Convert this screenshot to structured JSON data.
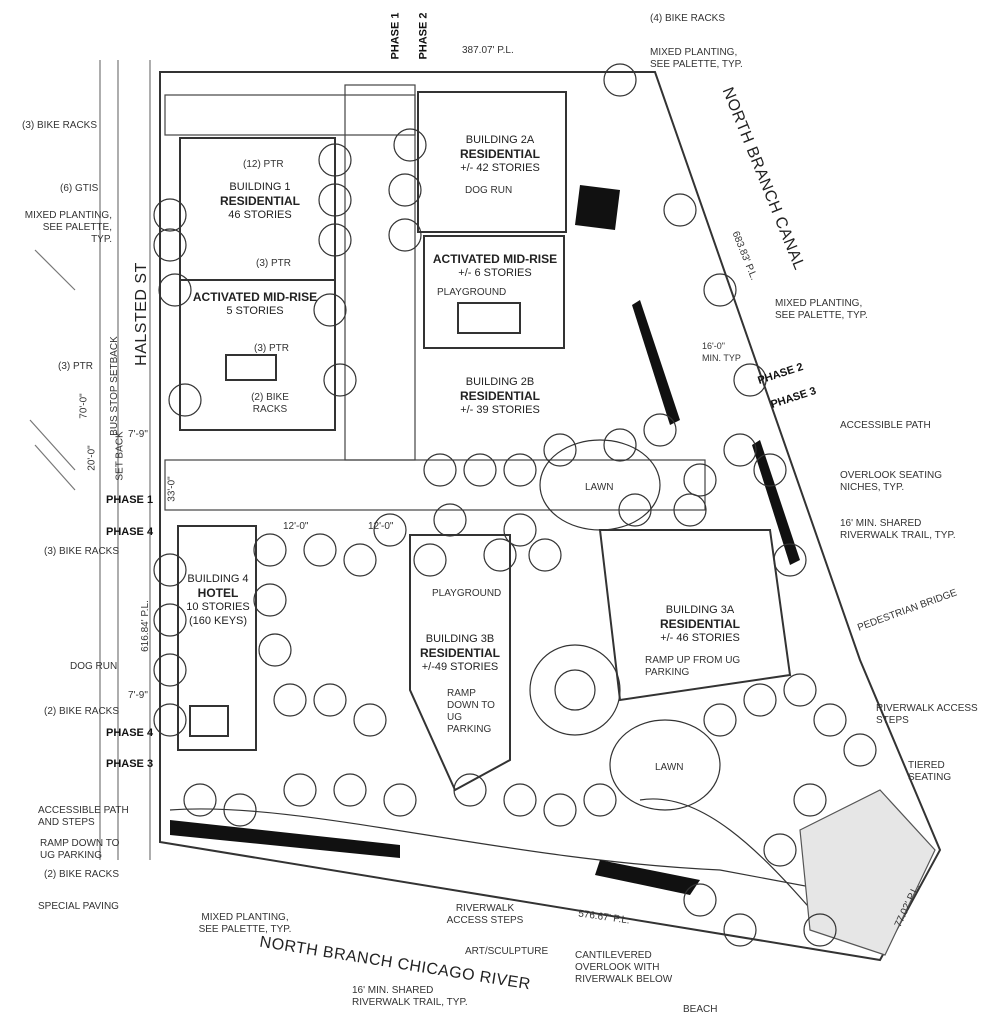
{
  "streets": {
    "halsted": "HALSTED ST",
    "canal": "NORTH BRANCH CANAL",
    "river": "NORTH BRANCH CHICAGO RIVER"
  },
  "phases": {
    "p1_top": "PHASE 1",
    "p2_top": "PHASE 2",
    "p2_right": "PHASE 2",
    "p3_right": "PHASE 3",
    "p1_left": "PHASE 1",
    "p4_left": "PHASE 4",
    "p4_low": "PHASE 4",
    "p3_low": "PHASE 3"
  },
  "dimensions": {
    "top_pl": "387.07' P.L.",
    "canal_pl": "683.83' P.L.",
    "left_pl": "616.84' P.L.",
    "river_pl": "576.67' P.L.",
    "corner_pl": "77.02' P.L.",
    "d70": "70'-0\"",
    "d20": "20'-0\"",
    "d33": "33'-0\"",
    "d79a": "7'-9\"",
    "d79b": "7'-9\"",
    "d12a": "12'-0\"",
    "d12b": "12'-0\"",
    "d16min": "16'-0\" MIN. TYP",
    "bus_stop": "BUS STOP SETBACK",
    "setback": "SET BACK"
  },
  "buildings": [
    {
      "name": "BUILDING 1",
      "type": "RESIDENTIAL",
      "stories": "46 STORIES"
    },
    {
      "name": "ACTIVATED MID-RISE",
      "stories": "5 STORIES"
    },
    {
      "name": "BUILDING 2A",
      "type": "RESIDENTIAL",
      "stories": "+/- 42 STORIES"
    },
    {
      "name": "ACTIVATED MID-RISE",
      "stories": "+/- 6 STORIES"
    },
    {
      "name": "BUILDING 2B",
      "type": "RESIDENTIAL",
      "stories": "+/- 39 STORIES"
    },
    {
      "name": "BUILDING 4",
      "type": "HOTEL",
      "stories": "10 STORIES",
      "keys": "(160 KEYS)"
    },
    {
      "name": "BUILDING 3B",
      "type": "RESIDENTIAL",
      "stories": "+/-49 STORIES"
    },
    {
      "name": "BUILDING 3A",
      "type": "RESIDENTIAL",
      "stories": "+/- 46 STORIES"
    }
  ],
  "labels": {
    "bike_racks_4": "(4) BIKE RACKS",
    "mixed_planting_tr": "MIXED PLANTING, SEE PALETTE, TYP.",
    "bike_racks_3a": "(3) BIKE RACKS",
    "gtis": "(6) GTIS",
    "mixed_planting_l": "MIXED PLANTING, SEE PALETTE, TYP.",
    "ptr_12": "(12) PTR",
    "dog_run_a": "DOG RUN",
    "ptr_3a": "(3) PTR",
    "playground_a": "PLAYGROUND",
    "ptr_3b": "(3) PTR",
    "ptr_3c": "(3) PTR",
    "bike_racks_2a": "(2) BIKE RACKS",
    "mixed_planting_r": "MIXED PLANTING, SEE PALETTE, TYP.",
    "accessible_path": "ACCESSIBLE PATH",
    "overlook": "OVERLOOK SEATING NICHES, TYP.",
    "shared_trail_r": "16' MIN. SHARED RIVERWALK TRAIL, TYP.",
    "lawn_a": "LAWN",
    "bike_racks_3b": "(3) BIKE RACKS",
    "playground_b": "PLAYGROUND",
    "pedestrian_bridge": "PEDESTRIAN BRIDGE",
    "dog_run_b": "DOG RUN",
    "ramp_down": "RAMP DOWN TO UG PARKING",
    "ramp_up": "RAMP UP FROM UG PARKING",
    "riverwalk_steps_r": "RIVERWALK ACCESS STEPS",
    "bike_racks_2b": "(2) BIKE RACKS",
    "lawn_b": "LAWN",
    "tiered_seating": "TIERED SEATING",
    "accessible_steps": "ACCESSIBLE PATH AND STEPS",
    "ramp_down_ug": "RAMP DOWN TO UG PARKING",
    "bike_racks_2c": "(2) BIKE RACKS",
    "special_paving": "SPECIAL PAVING",
    "mixed_planting_b": "MIXED PLANTING, SEE PALETTE, TYP.",
    "riverwalk_steps_b": "RIVERWALK ACCESS STEPS",
    "art": "ART/SCULPTURE",
    "cantilevered": "CANTILEVERED OVERLOOK WITH RIVERWALK BELOW",
    "shared_trail_b": "16' MIN. SHARED RIVERWALK TRAIL, TYP.",
    "beach": "BEACH"
  }
}
